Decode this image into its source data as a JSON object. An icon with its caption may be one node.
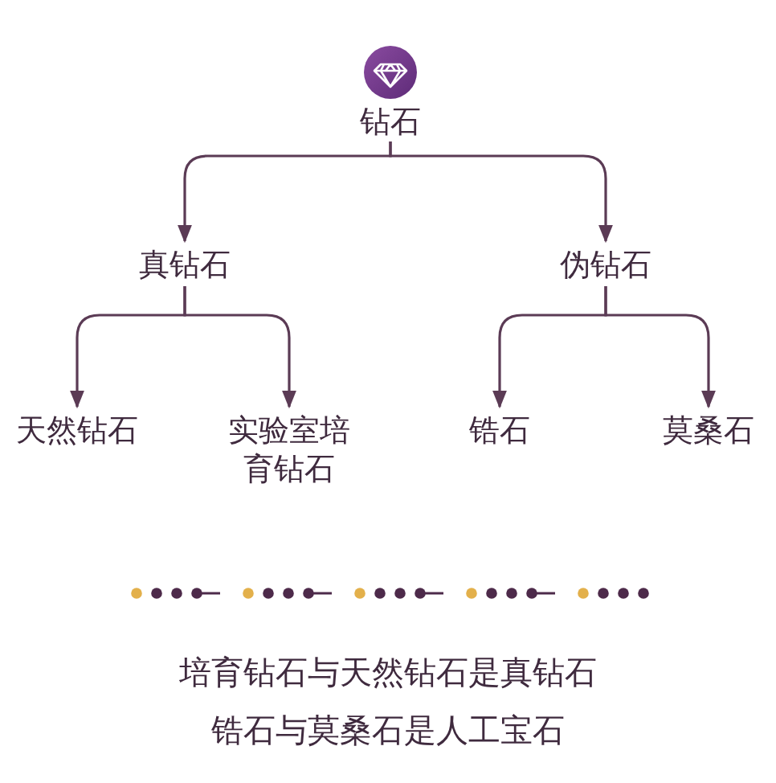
{
  "diagram": {
    "nodes": [
      {
        "text": [
          "钻石"
        ]
      },
      {
        "text": [
          "真钻石"
        ]
      },
      {
        "text": [
          "伪钻石"
        ]
      },
      {
        "text": [
          "天然钻石"
        ]
      },
      {
        "text": [
          "实验室培育钻石"
        ]
      },
      {
        "text": [
          "锆石"
        ]
      },
      {
        "text": [
          "莫桑石"
        ]
      }
    ],
    "edges": [
      {
        "from": 0,
        "to": 1,
        "arrow": "to"
      },
      {
        "from": 0,
        "to": 2,
        "arrow": "to"
      },
      {
        "from": 1,
        "to": 3,
        "arrow": "to"
      },
      {
        "from": 1,
        "to": 4,
        "arrow": "to"
      },
      {
        "from": 2,
        "to": 5,
        "arrow": "to"
      },
      {
        "from": 2,
        "to": 6,
        "arrow": "to"
      }
    ],
    "labels": [
      "培育钻石与天然钻石是真钻石",
      "锆石与莫桑石是人工宝石"
    ]
  }
}
